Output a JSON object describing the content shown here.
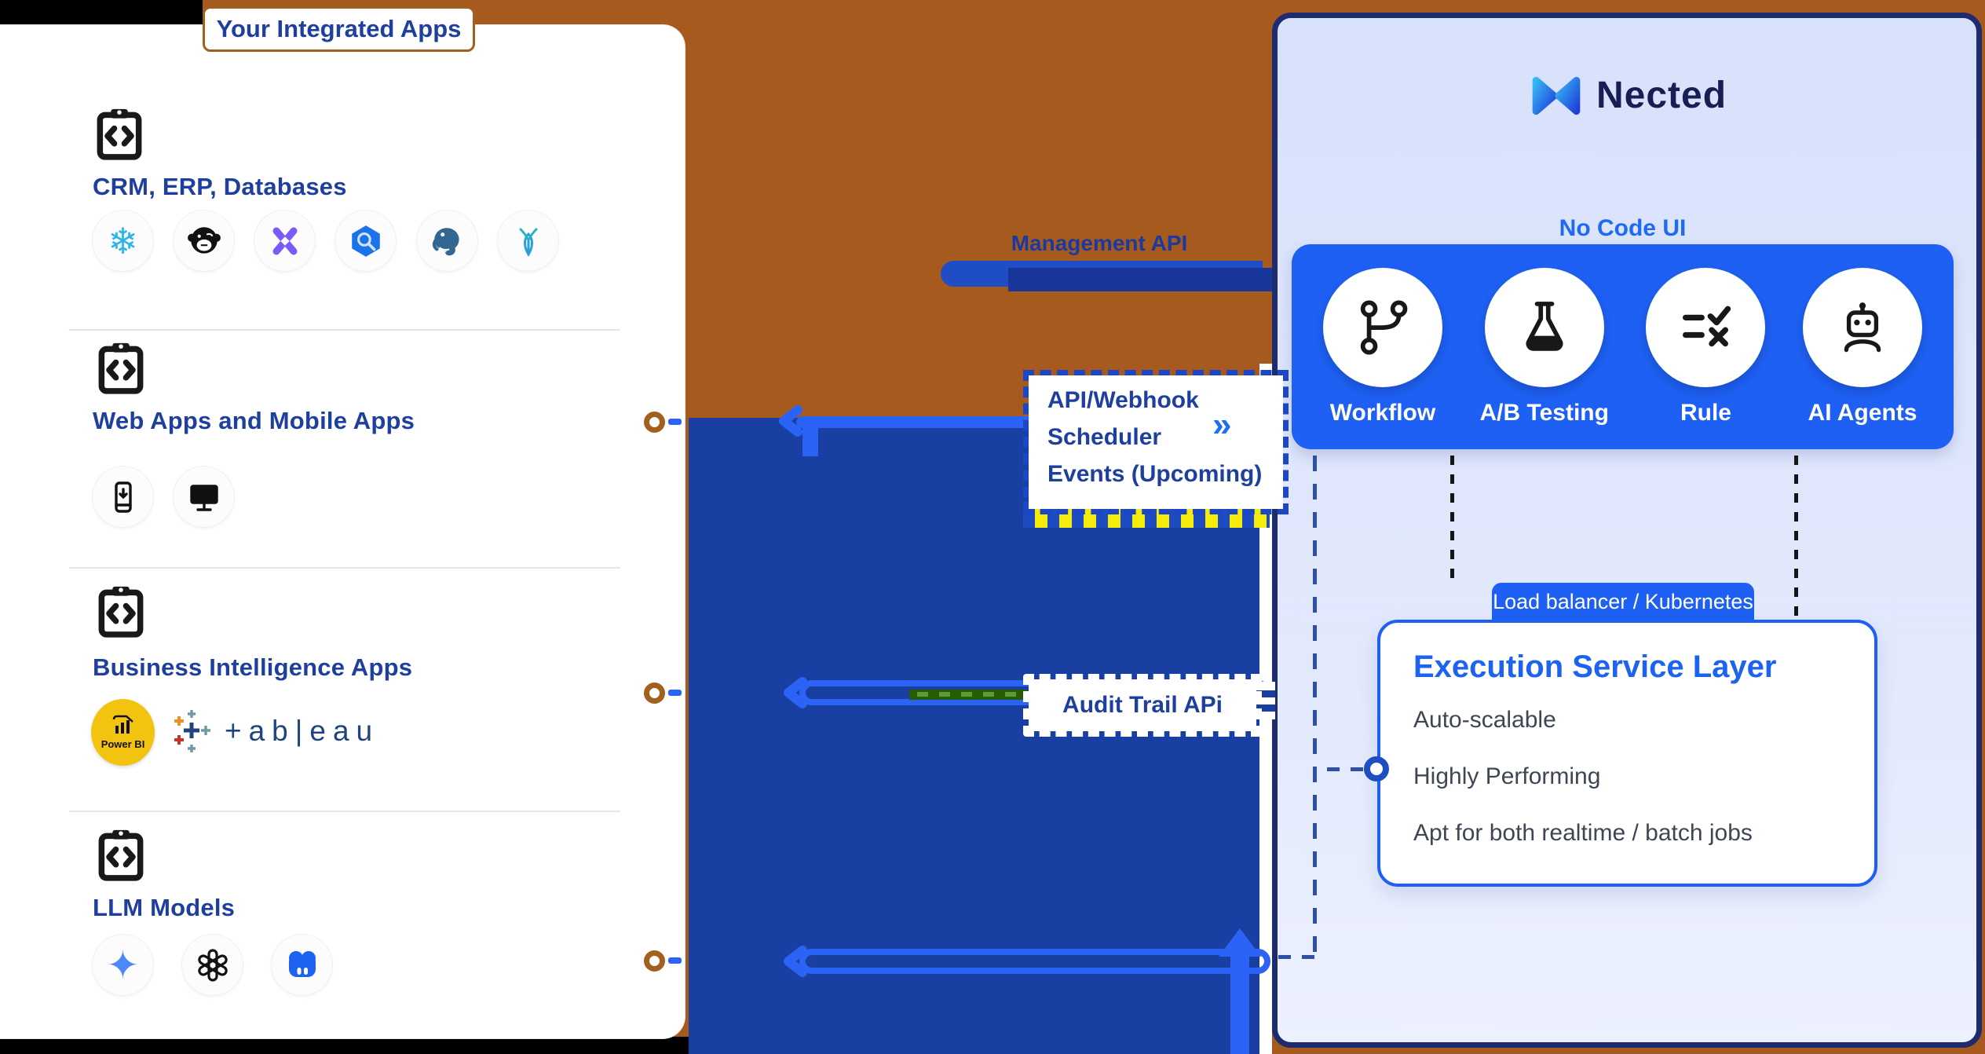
{
  "badge": {
    "label": "Your Integrated Apps"
  },
  "left_panel": {
    "sections": [
      {
        "title": "CRM, ERP, Databases",
        "icons": [
          "snowflake",
          "mailchimp",
          "x-logo",
          "bigquery",
          "postgresql",
          "cockroachdb"
        ]
      },
      {
        "title": "Web Apps and Mobile Apps",
        "icons": [
          "mobile-app",
          "desktop-app"
        ]
      },
      {
        "title": "Business Intelligence Apps",
        "icons": [
          "power-bi",
          "tableau"
        ],
        "power_bi_label": "Power BI",
        "tableau_wordmark": "+ab|eau"
      },
      {
        "title": "LLM Models",
        "icons": [
          "gemini",
          "openai",
          "ai-robot"
        ]
      }
    ]
  },
  "middle": {
    "management_api_label": "Management API",
    "api_box": {
      "lines": [
        "API/Webhook",
        "Scheduler",
        "Events (Upcoming)"
      ],
      "chevron": "»"
    },
    "audit_box": {
      "label": "Audit Trail APi"
    }
  },
  "right_panel": {
    "brand": "Nected",
    "no_code_ui": {
      "title": "No Code UI",
      "items": [
        {
          "label": "Workflow",
          "icon": "workflow-icon"
        },
        {
          "label": "A/B Testing",
          "icon": "ab-testing-icon"
        },
        {
          "label": "Rule",
          "icon": "rule-icon"
        },
        {
          "label": "AI Agents",
          "icon": "ai-agents-icon"
        }
      ]
    },
    "load_balancer": {
      "label": "Load balancer / Kubernetes"
    },
    "execution": {
      "title": "Execution Service Layer",
      "items": [
        "Auto-scalable",
        "Highly Performing",
        "Apt for both realtime / batch jobs"
      ]
    }
  },
  "colors": {
    "background_orange": "#a65a1d",
    "navy_text": "#1e3f9e",
    "mid_rect_navy": "#1a3fa3",
    "bright_blue": "#2b63f6",
    "panel_bg": "#d8e1fb",
    "panel_border": "#1c2c6e",
    "box_blue": "#1e60f3",
    "no_code_title_blue": "#1f6af2",
    "stripe_yellow": "#f6ec0c",
    "green_line": "#265c04"
  }
}
